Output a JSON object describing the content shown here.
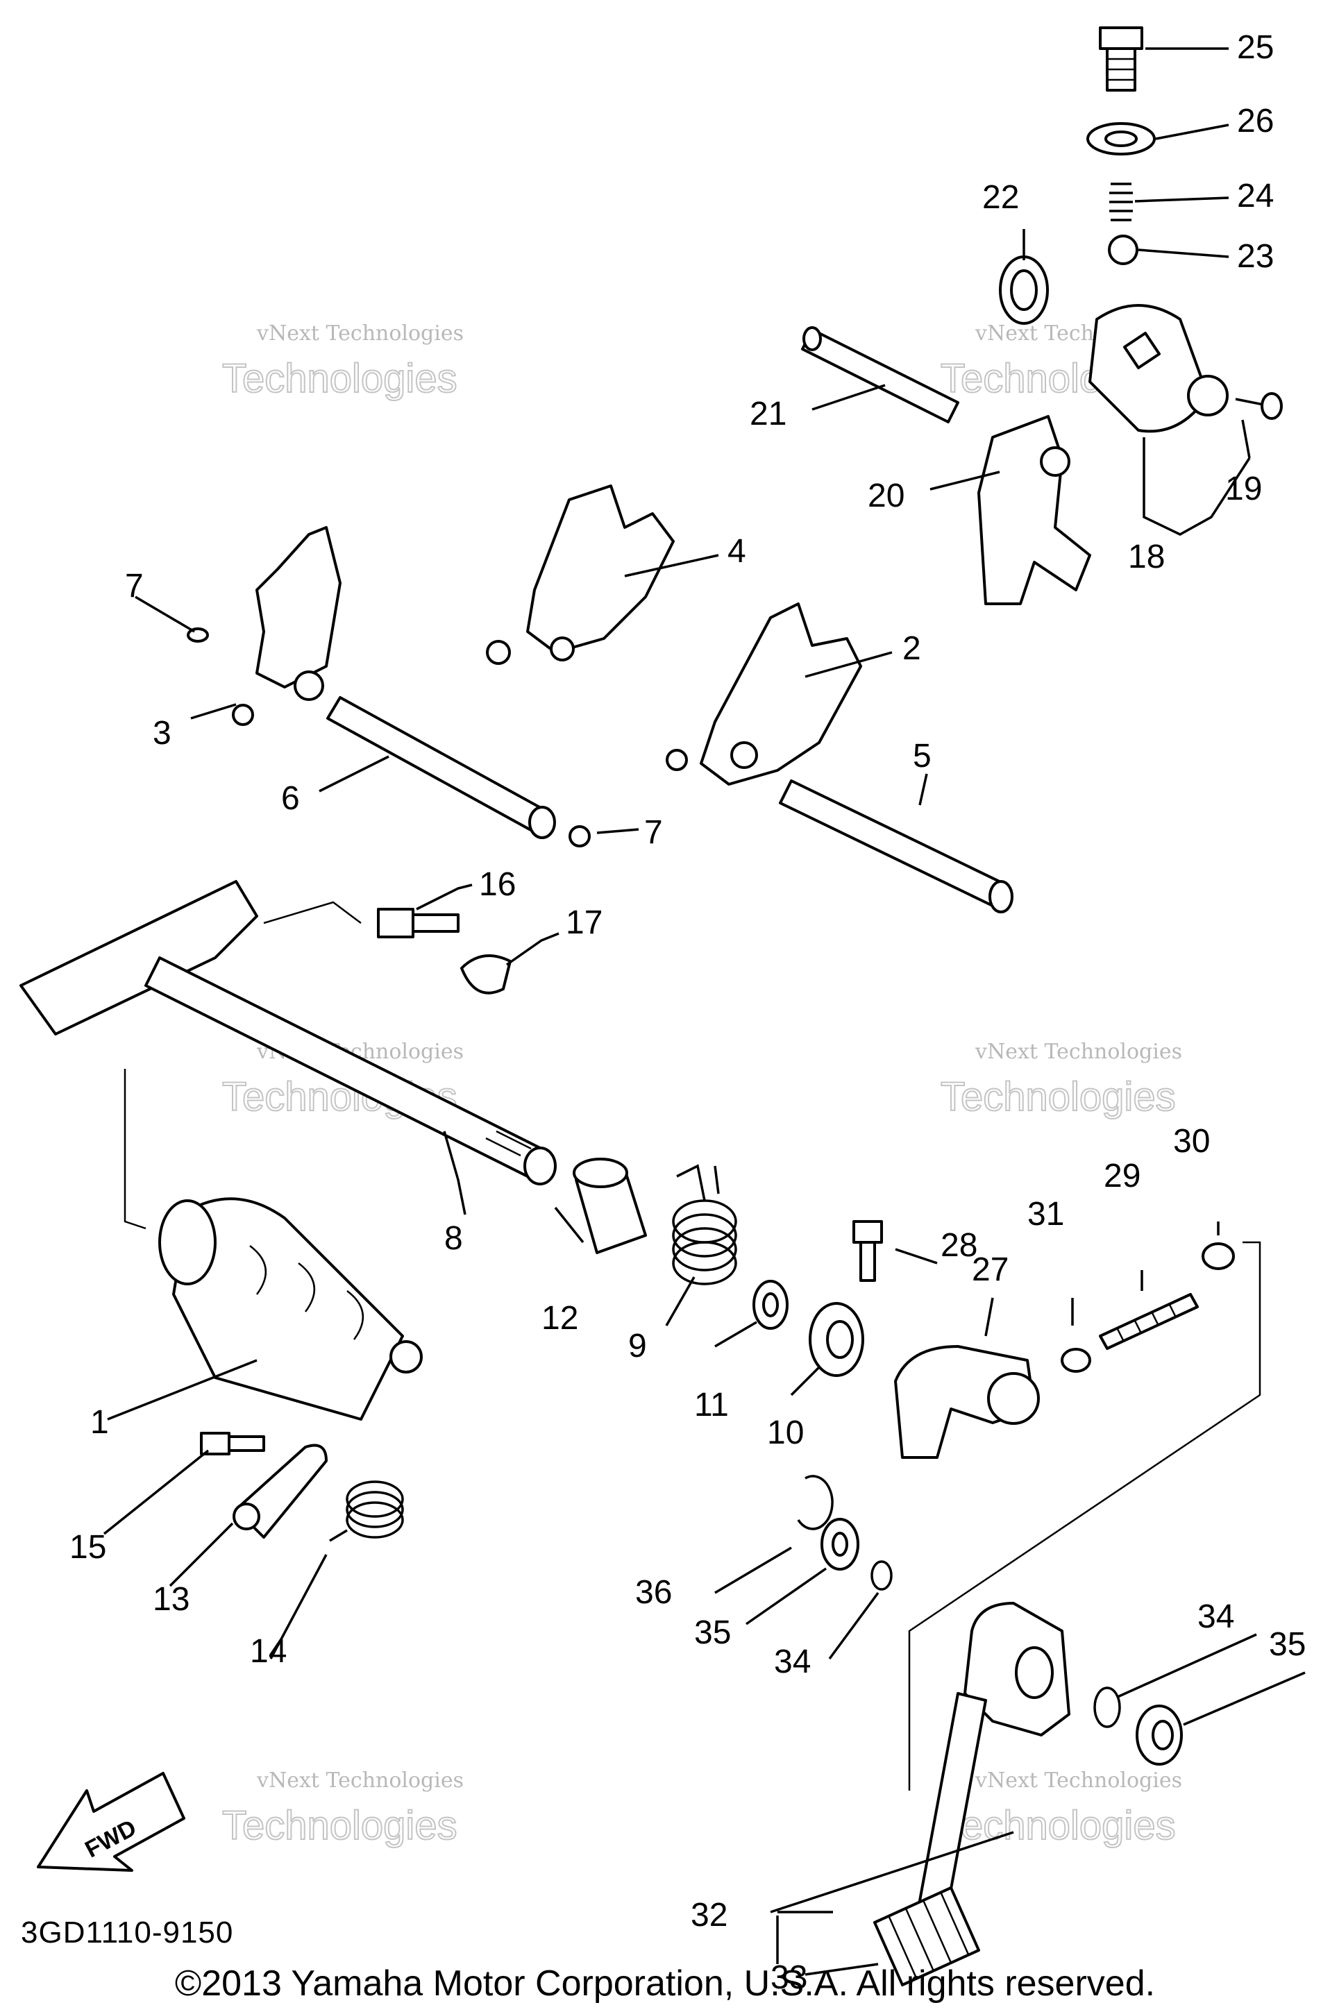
{
  "diagram_code": "3GD1110-9150",
  "copyright": "©2013 Yamaha Motor Corporation, U.S.A. All rights reserved.",
  "fwd_label": "FWD",
  "watermark": {
    "line1": "vNext Technologies",
    "line2": "Technologies"
  },
  "callouts": [
    "25",
    "26",
    "24",
    "23",
    "22",
    "21",
    "20",
    "19",
    "18",
    "4",
    "2",
    "7",
    "3",
    "6",
    "7",
    "5",
    "16",
    "17",
    "8",
    "12",
    "9",
    "11",
    "10",
    "28",
    "27",
    "31",
    "29",
    "30",
    "1",
    "15",
    "13",
    "14",
    "36",
    "35",
    "34",
    "34",
    "35",
    "32",
    "33"
  ]
}
